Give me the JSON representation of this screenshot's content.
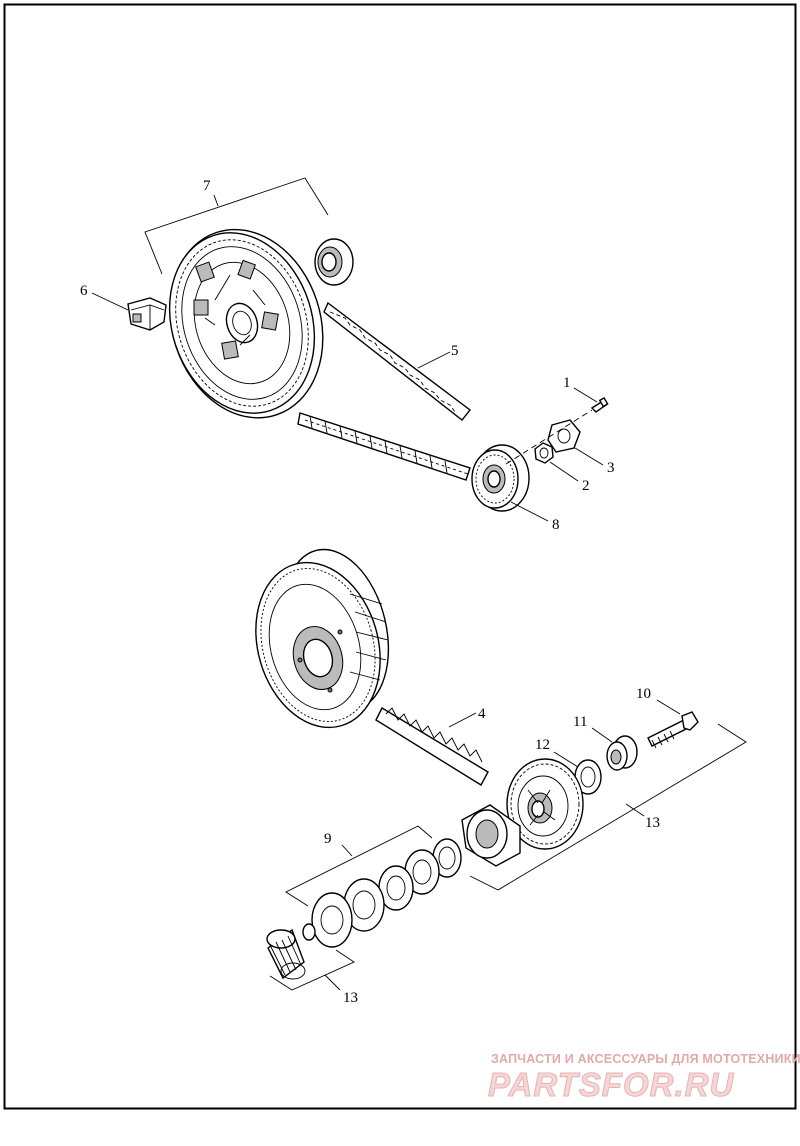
{
  "callouts": {
    "c1": "1",
    "c2": "2",
    "c3": "3",
    "c4": "4",
    "c5": "5",
    "c6": "6",
    "c7": "7",
    "c8": "8",
    "c9": "9",
    "c10": "10",
    "c11": "11",
    "c12": "12",
    "c13a": "13",
    "c13b": "13"
  },
  "watermark": {
    "tagline": "ЗАПЧАСТИ И АКСЕССУАРЫ ДЛЯ МОТОТЕХНИКИ",
    "logo": "PARTSFOR.RU",
    "color": "#e2a9a9"
  }
}
